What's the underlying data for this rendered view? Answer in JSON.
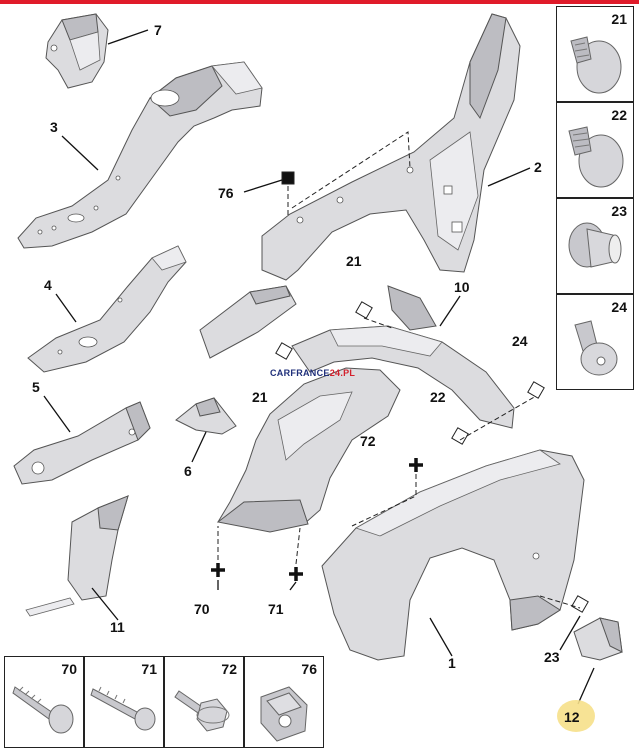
{
  "callouts": {
    "c1": "1",
    "c2": "2",
    "c3": "3",
    "c4": "4",
    "c5": "5",
    "c6": "6",
    "c7": "7",
    "c10": "10",
    "c11": "11",
    "c12": "12",
    "c21a": "21",
    "c21b": "21",
    "c22": "22",
    "c23": "23",
    "c24": "24",
    "c70": "70",
    "c71": "71",
    "c72": "72",
    "c76": "76"
  },
  "side_boxes": [
    "21",
    "22",
    "23",
    "24"
  ],
  "bottom_boxes": [
    "70",
    "71",
    "72",
    "76"
  ],
  "watermark": {
    "main": "CARFRANCE",
    "suffix": "24",
    "domain": ".PL"
  },
  "colors": {
    "top_bar": "#e01b2a",
    "highlight": "#f6e08a",
    "part_fill": "#dcdcdf"
  }
}
